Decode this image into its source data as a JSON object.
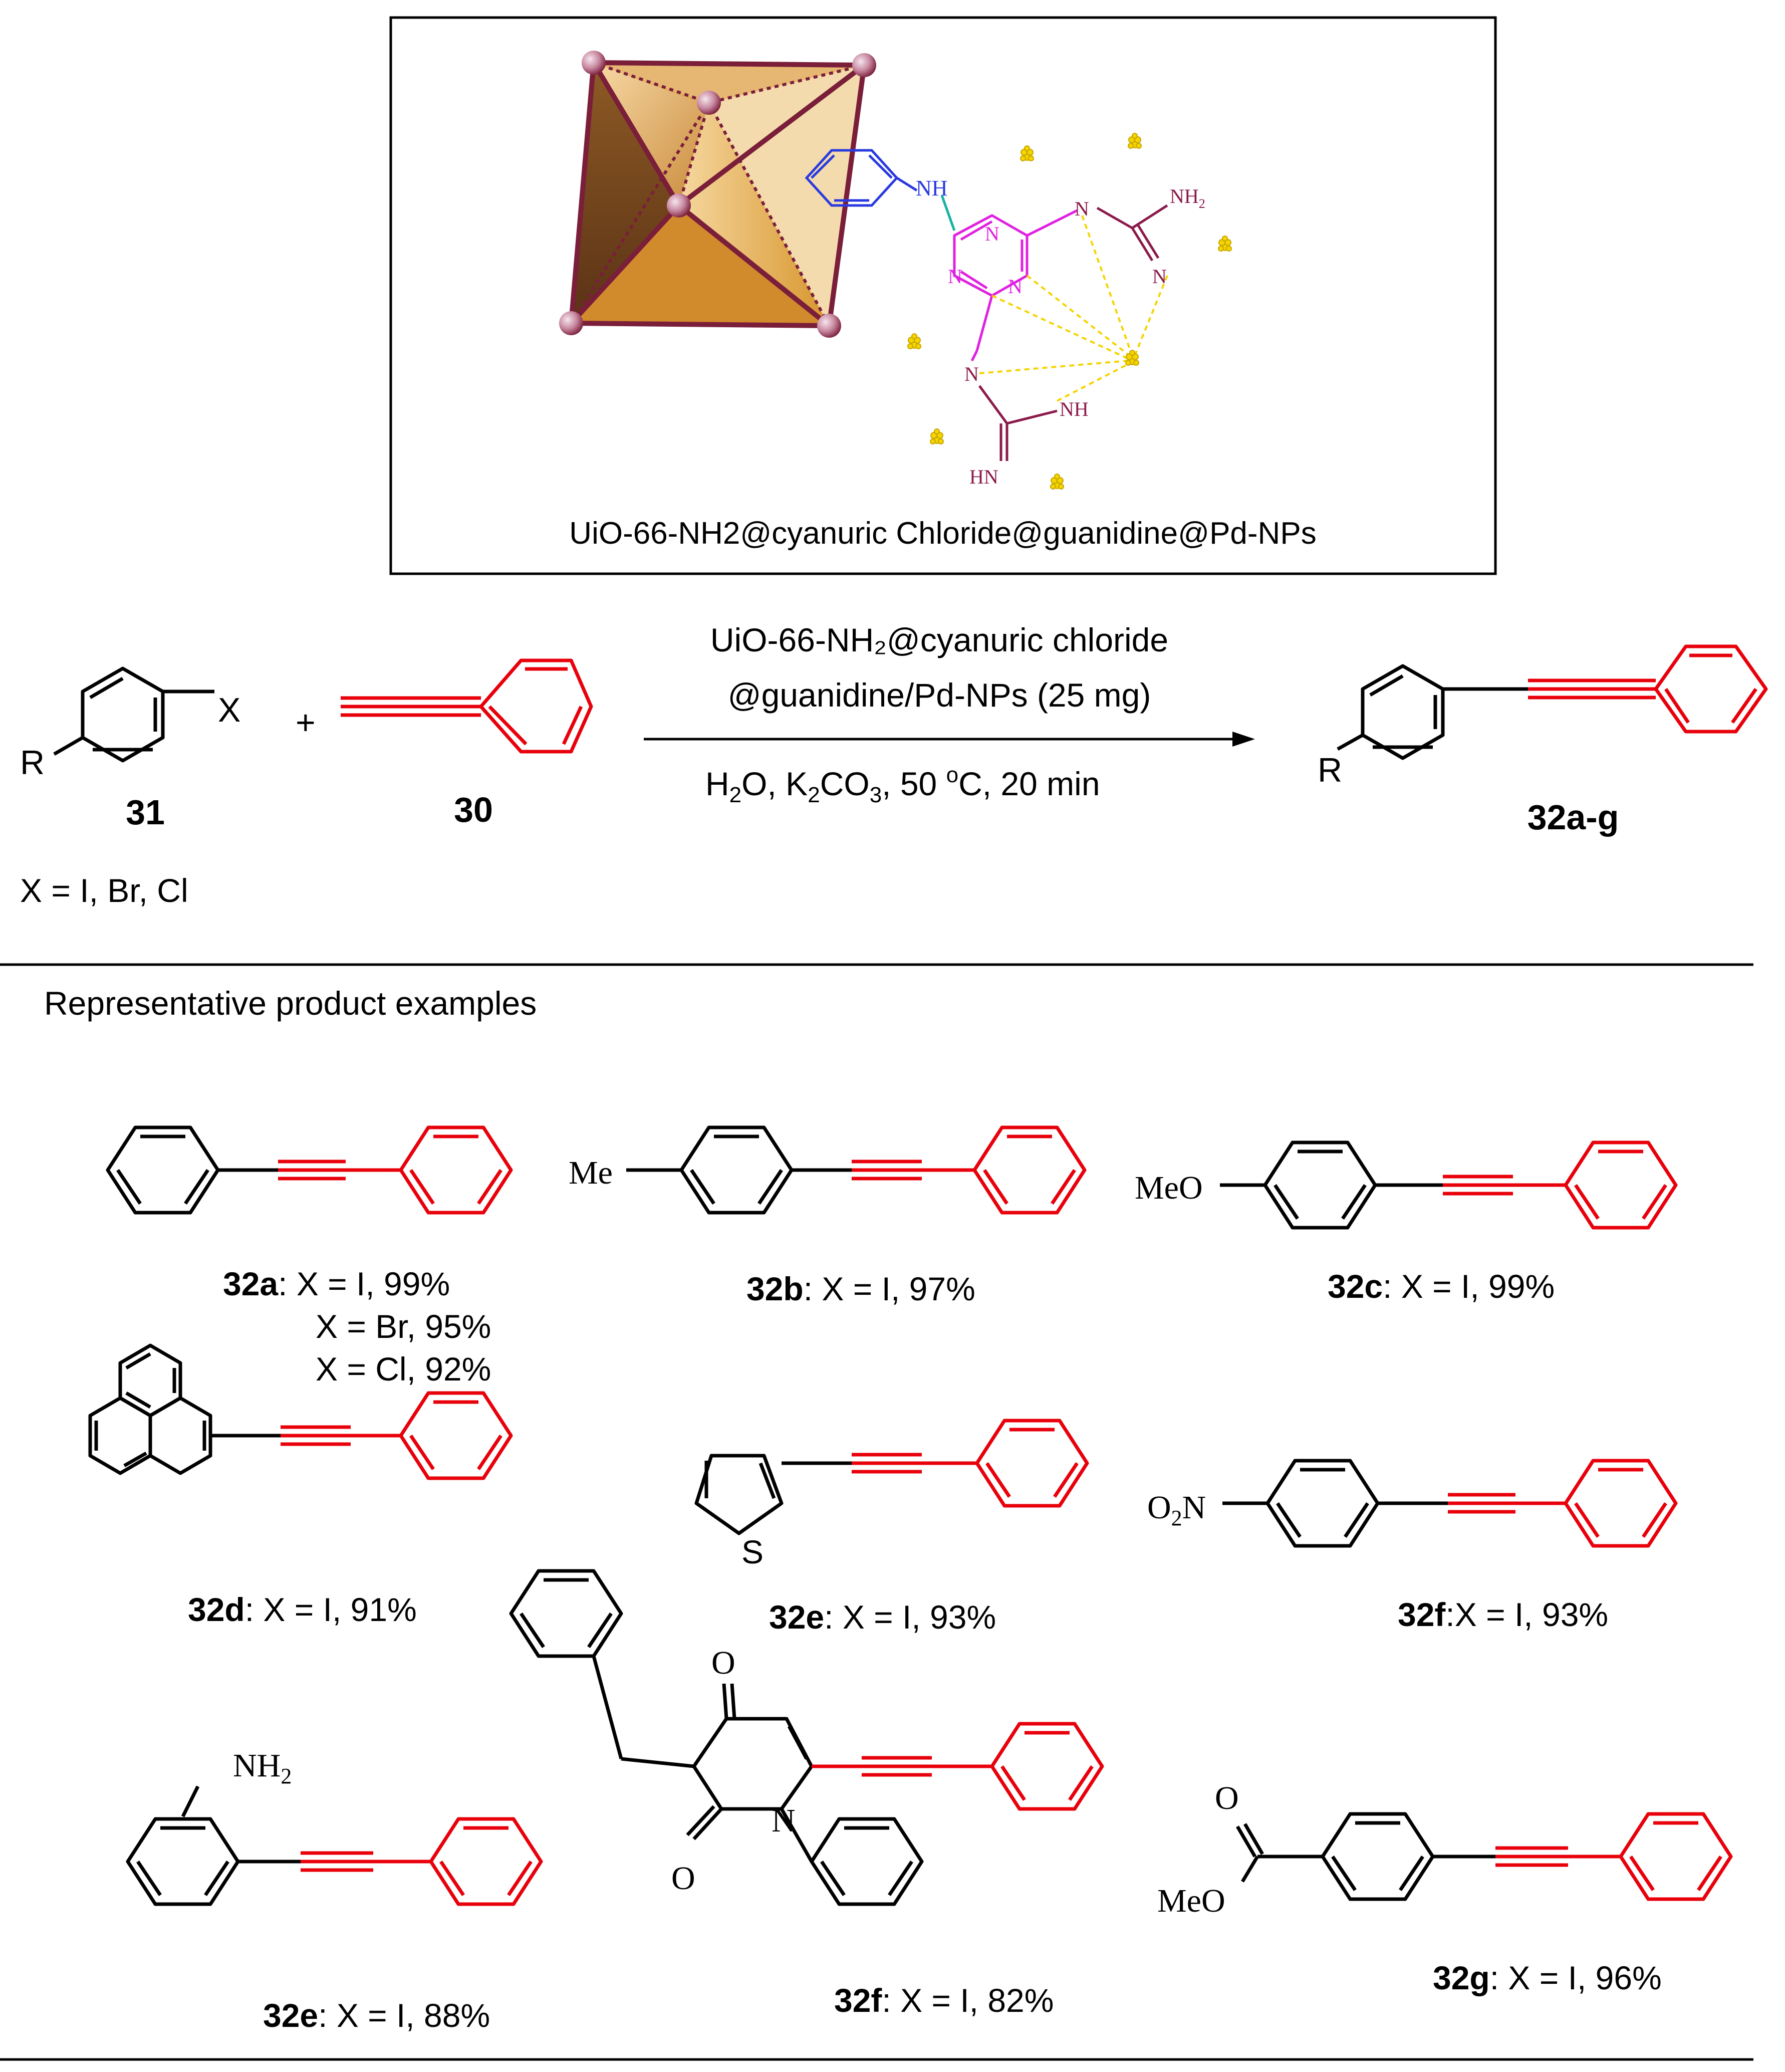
{
  "catalyst_box": {
    "caption": "UiO-66-NH2@cyanuric Chloride@guanidine@Pd-NPs",
    "atoms": {
      "nh_link": "NH",
      "nh2_top": "NH",
      "nh2_top_sub": "2",
      "n_guan_top": "N",
      "n_guan_imine": "N",
      "n_triazine": "N",
      "n_guan_bottom": "N",
      "nh_bottom": "NH",
      "hn_bottom": "HN"
    }
  },
  "reaction": {
    "r_label": "R",
    "x_label": "X",
    "plus": "+",
    "compound_31": "31",
    "compound_30": "30",
    "product_label": "32a-g",
    "x_definition": "X = I, Br, Cl",
    "conditions_line1": "UiO-66-NH₂@cyanuric chloride",
    "conditions_line2": "@guanidine/Pd-NPs (25 mg)",
    "conditions_line3": "H₂O, K₂CO₃, 50 ºC, 20 min",
    "conditions_line3_parts": [
      "H",
      "2",
      "O, K",
      "2",
      "CO",
      "3",
      ", 50 ",
      "o",
      "C, 20 min"
    ]
  },
  "section_title": "Representative product examples",
  "products": [
    {
      "id": "32a",
      "yields": [
        "X = I, 99%",
        "X = Br, 95%",
        "X = Cl, 92%"
      ]
    },
    {
      "id": "32b",
      "substituent": "Me",
      "yields": [
        "X = I, 97%"
      ]
    },
    {
      "id": "32c",
      "substituent": "MeO",
      "yields": [
        "X = I, 99%"
      ]
    },
    {
      "id": "32d",
      "yields": [
        "X = I, 91%"
      ]
    },
    {
      "id": "32e",
      "heteroatom": "S",
      "yields": [
        "X = I, 93%"
      ]
    },
    {
      "id": "32f",
      "substituent": "O",
      "substituent_sub": "2",
      "substituent_tail": "N",
      "yields": [
        "X = I, 93%"
      ],
      "sep": ":"
    },
    {
      "id": "32e",
      "substituent": "NH",
      "substituent_sub": "2",
      "yields": [
        "X = I, 88%"
      ]
    },
    {
      "id": "32f",
      "atoms": [
        "O",
        "O",
        "N"
      ],
      "yields": [
        "X = I,  82%"
      ]
    },
    {
      "id": "32g",
      "atoms": [
        "O",
        "MeO"
      ],
      "yields": [
        "X = I, 96%"
      ]
    }
  ],
  "colors": {
    "phenyl_ring": "#e8000b",
    "mof": "#c98a3a",
    "mof_edge": "#7a1e3a",
    "triazine": "#e020e0",
    "aniline": "#2a3adf",
    "guanidine": "#8b1a4a",
    "pd_np": "#f5d400"
  }
}
